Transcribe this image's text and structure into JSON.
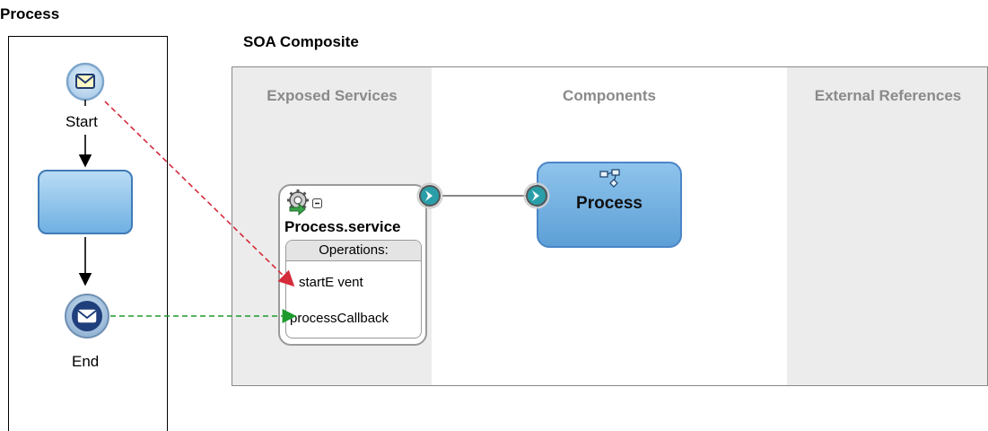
{
  "process_panel": {
    "title": "Process",
    "start_label": "Start",
    "end_label": "End"
  },
  "composite": {
    "title": "SOA Composite",
    "zones": {
      "exposed": "Exposed Services",
      "components": "Components",
      "external": "External References"
    },
    "service": {
      "name": "Process.service",
      "operations_header": "Operations:",
      "operations": [
        "startE vent",
        "processCallback"
      ]
    },
    "component": {
      "name": "Process"
    }
  },
  "colors": {
    "start_link": "#d42a3a",
    "end_link": "#1e9a2e",
    "component_fill": "#6aaae0",
    "zone_gray": "#ececec"
  },
  "icons": [
    "envelope-icon",
    "gear-icon",
    "collapse-icon",
    "service-port-icon",
    "component-port-icon",
    "bpel-process-icon"
  ]
}
